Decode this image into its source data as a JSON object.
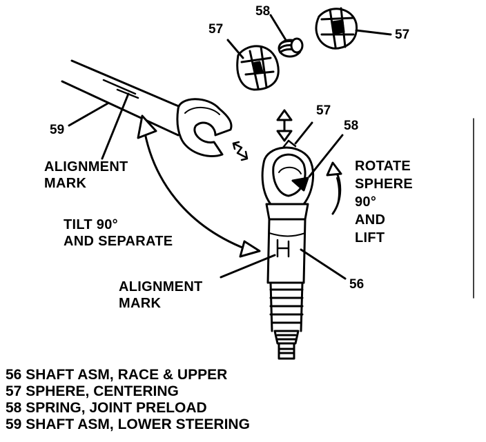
{
  "callouts": {
    "c57_top_left": "57",
    "c58_top": "58",
    "c57_top_right": "57",
    "c59": "59",
    "c57_mid": "57",
    "c58_mid": "58",
    "c56": "56"
  },
  "labels": {
    "alignment_mark_upper": [
      "ALIGNMENT",
      "MARK"
    ],
    "tilt": [
      "TILT 90°",
      "AND SEPARATE"
    ],
    "rotate": [
      "ROTATE",
      "SPHERE",
      "90°",
      "AND",
      "LIFT"
    ],
    "alignment_mark_lower": [
      "ALIGNMENT",
      "MARK"
    ]
  },
  "legend": [
    "56 SHAFT ASM, RACE & UPPER",
    "57 SPHERE, CENTERING",
    "58 SPRING, JOINT PRELOAD",
    "59 SHAFT ASM, LOWER STEERING"
  ]
}
